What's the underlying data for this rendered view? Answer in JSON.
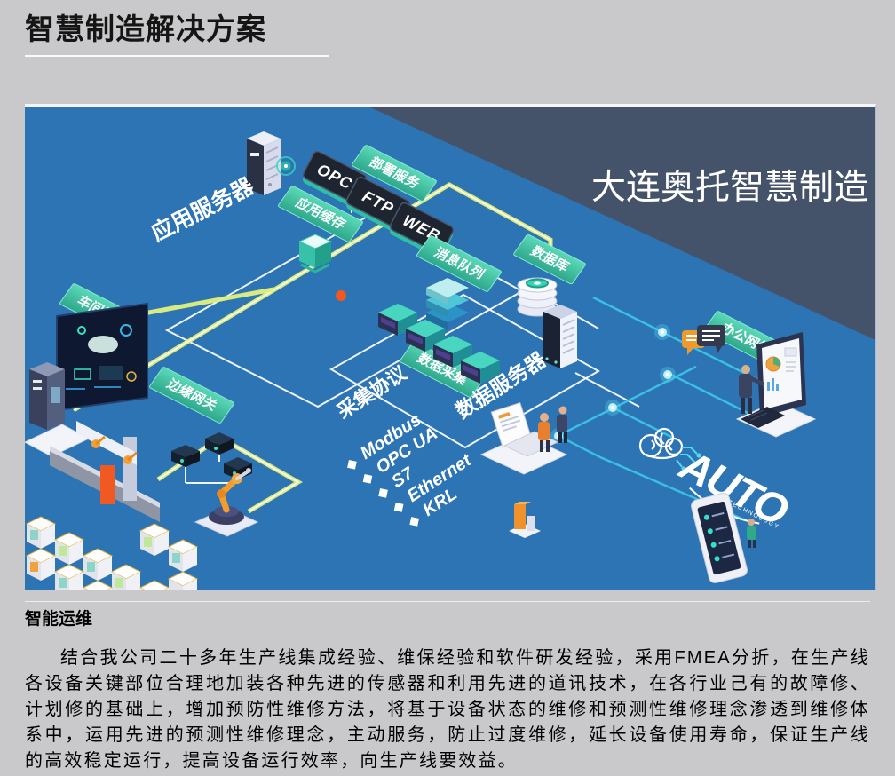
{
  "page": {
    "title": "智慧制造解决方案",
    "section_heading": "智能运维",
    "paragraph": "结合我公司二十多年生产线集成经验、维保经验和软件研发经验，采用FMEA分折，在生产线各设备关键部位合理地加装各种先进的传感器和利用先进的道讯技术，在各行业己有的故障修、计划修的基础上，增加预防性维修方法，将基于设备状态的维修和预测性维修理念渗透到维修体系中，运用先进的预测性维修理念，主动服务，防止过度维修，延长设备使用寿命，保证生产线的高效稳定运行，提高设备运行效率，向生产线要效益。"
  },
  "diagram": {
    "headline": "大连奥托智慧制造",
    "labels": {
      "app_server": "应用服务器",
      "deploy_service": "部署服务",
      "app_cache": "应用缓存",
      "message_queue": "消息队列",
      "database": "数据库",
      "workshop_board": "车间看板",
      "edge_gateway": "边缘网关",
      "data_collection": "数据采集",
      "collection_protocol": "采集协议",
      "data_server": "数据服务器",
      "office_network": "办公网络"
    },
    "service_boxes": [
      "OPC",
      "FTP",
      "WEB"
    ],
    "protocols": [
      "Modbus",
      "OPC UA",
      "S7",
      "Ethernet",
      "KRL"
    ],
    "logo": {
      "main": "AUTO",
      "sub": "TECHNOLOGY"
    },
    "colors": {
      "background": "#2d74b5",
      "corner": "#45536a",
      "banner": "#3fc3a0",
      "glow_line": "#e3f07d",
      "network_line": "#3cc9e8",
      "alert_dot": "#f2581d"
    }
  }
}
